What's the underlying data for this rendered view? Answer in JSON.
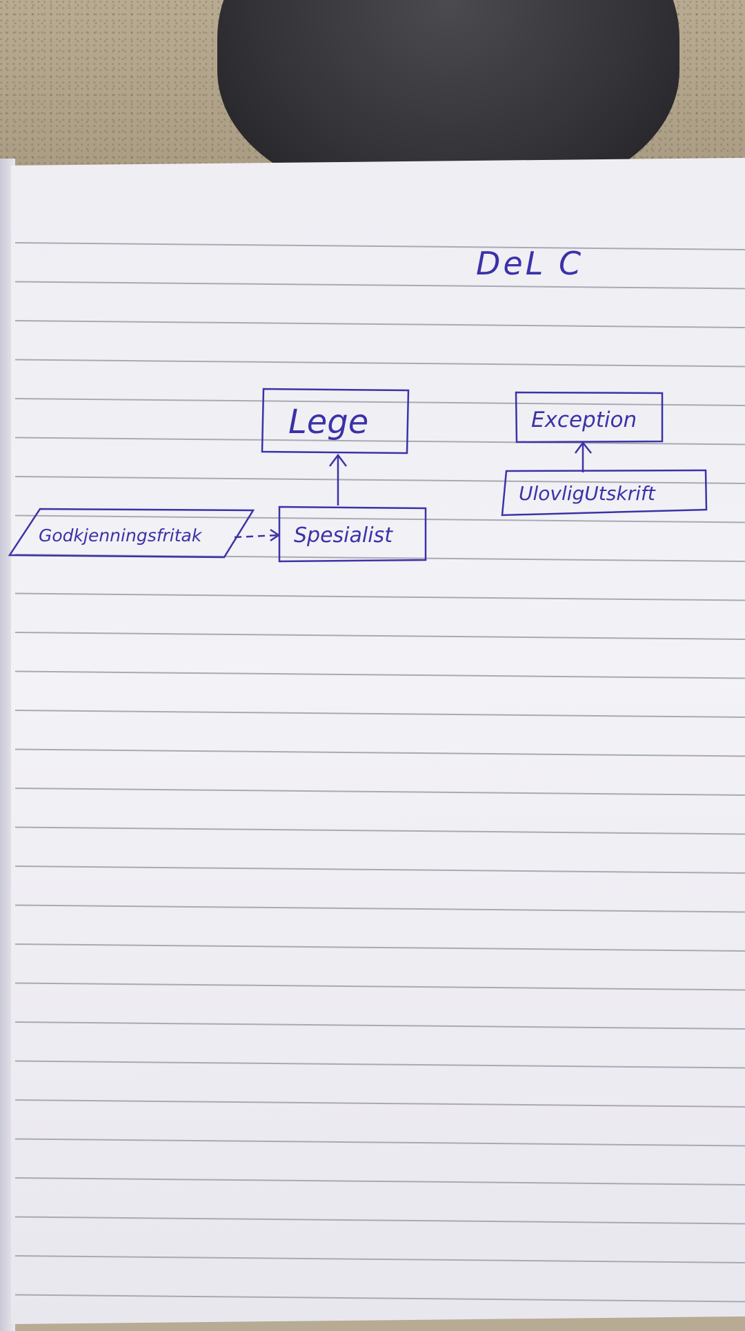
{
  "title": "DeL C",
  "boxes": {
    "lege": "Lege",
    "spesialist": "Spesialist",
    "godkjenningsfritak": "Godkjenningsfritak",
    "exception": "Exception",
    "ulovlig_utskrift": "UlovligUtskrift"
  },
  "colors": {
    "ink": "#3b32a8",
    "paper": "#f0eff4",
    "lines": "#a9a9b4"
  }
}
